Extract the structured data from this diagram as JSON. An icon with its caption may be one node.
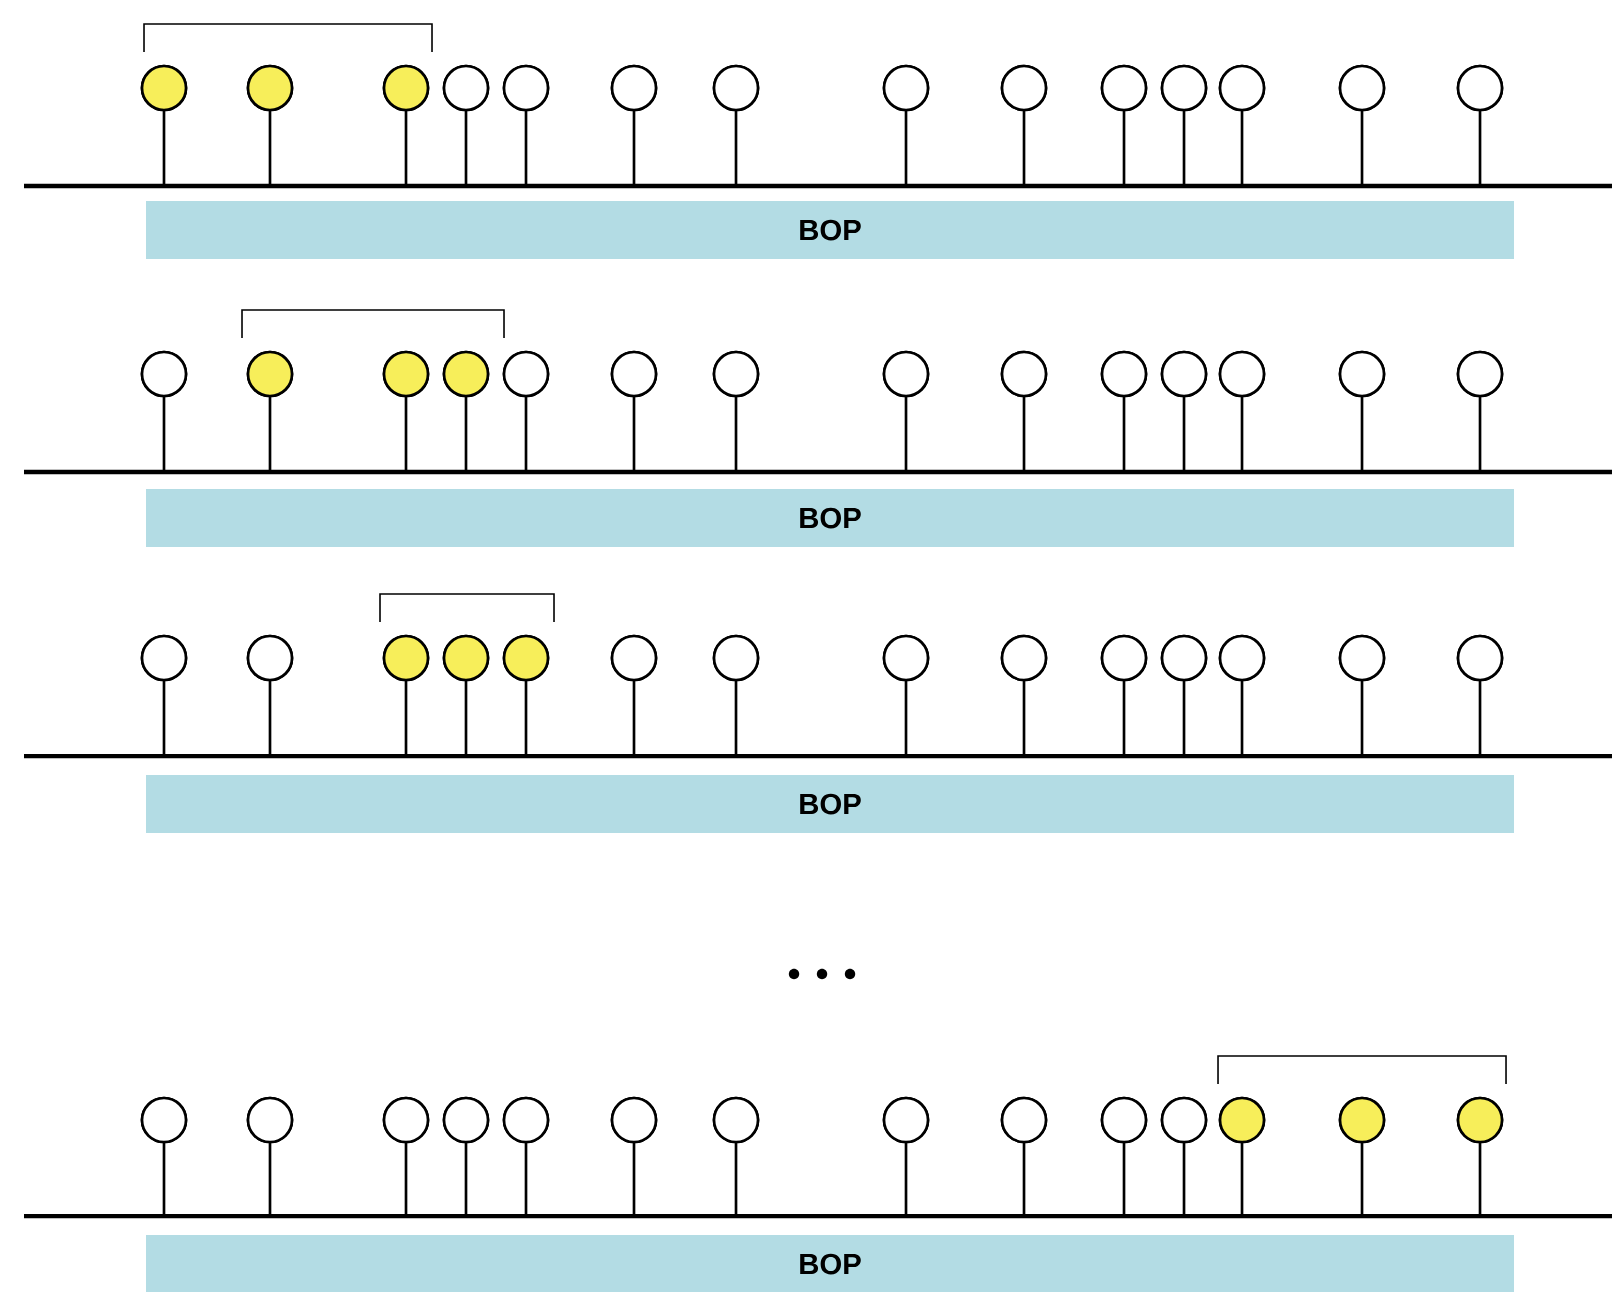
{
  "diagram": {
    "nodes": [
      {
        "text": [
          "BOP"
        ]
      },
      {
        "text": [
          "BOP"
        ]
      },
      {
        "text": [
          "BOP"
        ]
      },
      {
        "text": [
          "BOP"
        ]
      }
    ]
  }
}
